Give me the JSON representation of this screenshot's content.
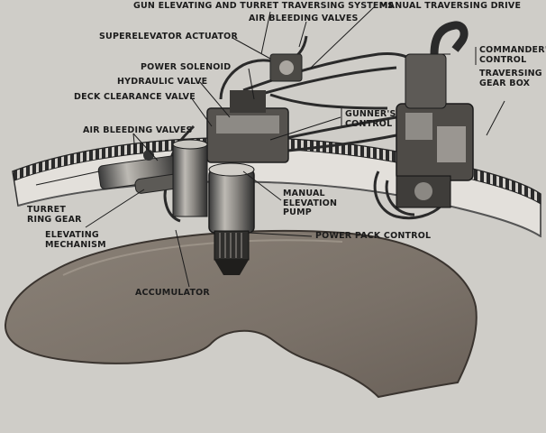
{
  "labels": {
    "gun_elevating_systems": "GUN ELEVATING AND TURRET TRAVERSING SYSTEMS",
    "manual_traversing_drive": "MANUAL TRAVERSING DRIVE",
    "air_bleeding_valves_top": "AIR BLEEDING VALVES",
    "superelevator_actuator": "SUPERELEVATOR ACTUATOR",
    "commanders_control_1": "COMMANDER'S",
    "commanders_control_2": "CONTROL",
    "traversing_gear_box_1": "TRAVERSING",
    "traversing_gear_box_2": "GEAR BOX",
    "power_solenoid": "POWER SOLENOID",
    "hydraulic_valve": "HYDRAULIC VALVE",
    "deck_clearance_valve": "DECK CLEARANCE VALVE",
    "gunners_control_1": "GUNNER'S",
    "gunners_control_2": "CONTROL",
    "air_bleeding_valves_left": "AIR BLEEDING VALVES",
    "turret_ring_gear_1": "TURRET",
    "turret_ring_gear_2": "RING GEAR",
    "elevating_mechanism_1": "ELEVATING",
    "elevating_mechanism_2": "MECHANISM",
    "manual_elevation_pump_1": "MANUAL",
    "manual_elevation_pump_2": "ELEVATION",
    "manual_elevation_pump_3": "PUMP",
    "power_pack_control": "POWER PACK CONTROL",
    "accumulator": "ACCUMULATOR"
  },
  "colors": {
    "background": "#cfcdc8",
    "deck": "#7e756b",
    "ink": "#1c1c1c"
  }
}
